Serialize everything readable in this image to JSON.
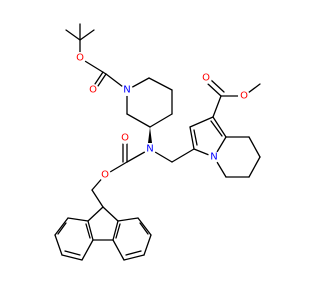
{
  "colors": {
    "bond": "#000000",
    "oxygen": "#ff0000",
    "nitrogen": "#0000ff",
    "background": "#ffffff"
  },
  "atoms": {
    "O1": {
      "symbol": "O",
      "element": "oxygen"
    },
    "O2": {
      "symbol": "O",
      "element": "oxygen"
    },
    "O3": {
      "symbol": "O",
      "element": "oxygen"
    },
    "O4": {
      "symbol": "O",
      "element": "oxygen"
    },
    "O5": {
      "symbol": "O",
      "element": "oxygen"
    },
    "O6": {
      "symbol": "O",
      "element": "oxygen"
    },
    "N1": {
      "symbol": "N",
      "element": "nitrogen"
    },
    "N2": {
      "symbol": "N",
      "element": "nitrogen"
    },
    "N3": {
      "symbol": "N",
      "element": "nitrogen"
    }
  }
}
